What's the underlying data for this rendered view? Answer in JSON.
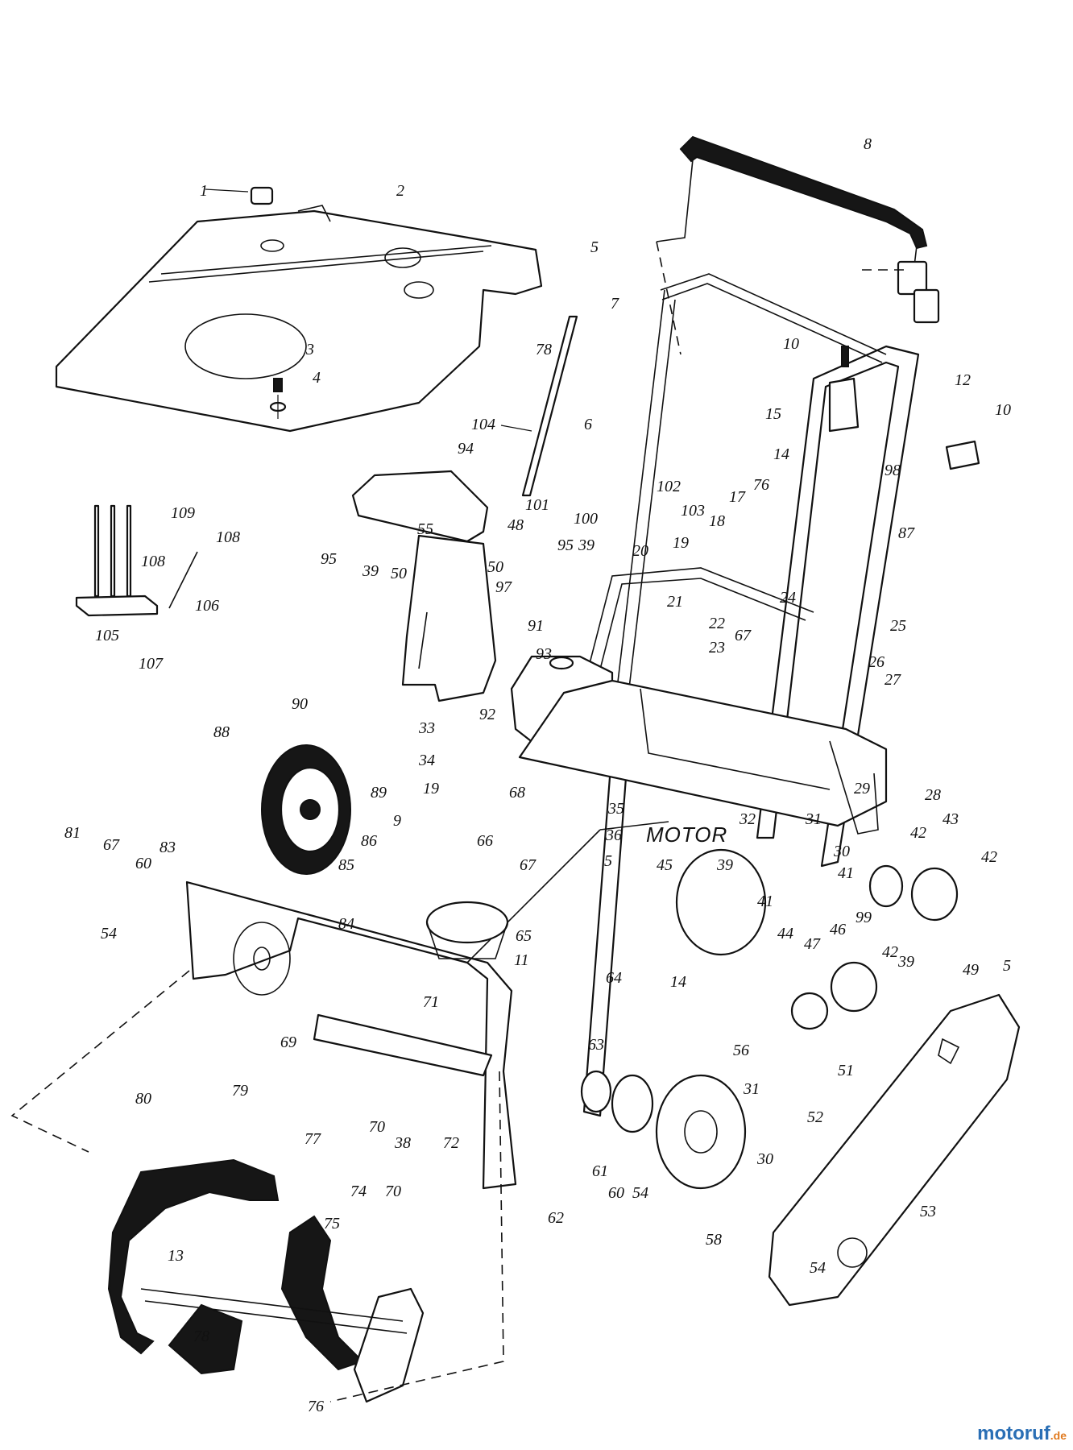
{
  "labels": {
    "n1": "1",
    "n2": "2",
    "n3": "3",
    "n4": "4",
    "n5": "5",
    "n6": "6",
    "n7": "7",
    "n8": "8",
    "n9": "9",
    "n10": "10",
    "n11": "11",
    "n12": "12",
    "n13": "13",
    "n14": "14",
    "n15": "15",
    "n17": "17",
    "n18": "18",
    "n19": "19",
    "n20": "20",
    "n21": "21",
    "n22": "22",
    "n23": "23",
    "n24": "24",
    "n25": "25",
    "n26": "26",
    "n27": "27",
    "n28": "28",
    "n29": "29",
    "n30": "30",
    "n31": "31",
    "n32": "32",
    "n33": "33",
    "n34": "34",
    "n35": "35",
    "n36": "36",
    "n38": "38",
    "n39": "39",
    "n41": "41",
    "n42": "42",
    "n43": "43",
    "n44": "44",
    "n45": "45",
    "n46": "46",
    "n47": "47",
    "n48": "48",
    "n49": "49",
    "n50": "50",
    "n51": "51",
    "n52": "52",
    "n53": "53",
    "n54": "54",
    "n55": "55",
    "n56": "56",
    "n58": "58",
    "n60": "60",
    "n61": "61",
    "n62": "62",
    "n63": "63",
    "n64": "64",
    "n65": "65",
    "n66": "66",
    "n67": "67",
    "n68": "68",
    "n69": "69",
    "n70": "70",
    "n71": "71",
    "n72": "72",
    "n74": "74",
    "n75": "75",
    "n76": "76",
    "n77": "77",
    "n78": "78",
    "n79": "79",
    "n80": "80",
    "n81": "81",
    "n83": "83",
    "n84": "84",
    "n85": "85",
    "n86": "86",
    "n87": "87",
    "n88": "88",
    "n89": "89",
    "n90": "90",
    "n91": "91",
    "n92": "92",
    "n93": "93",
    "n94": "94",
    "n95": "95",
    "n97": "97",
    "n98": "98",
    "n99": "99",
    "n100": "100",
    "n101": "101",
    "n102": "102",
    "n103": "103",
    "n104": "104",
    "n105": "105",
    "n106": "106",
    "n107": "107",
    "n108": "108",
    "n109": "109"
  },
  "motor_label": "MOTOR",
  "watermark": {
    "main": "motoruf",
    "tld": ".de"
  },
  "colors": {
    "ink": "#111111",
    "watermark_blue": "#2a6fb5",
    "watermark_orange": "#e07a1f"
  }
}
